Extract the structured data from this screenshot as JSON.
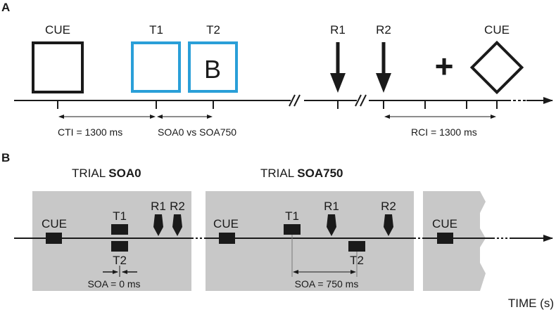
{
  "panelA": {
    "letter": "A",
    "labels": {
      "cue_start": "CUE",
      "t1": "T1",
      "t2": "T2",
      "t2_letter": "B",
      "r1": "R1",
      "r2": "R2",
      "cue_end": "CUE",
      "fixation": "+"
    },
    "intervals": {
      "cti": "CTI = 1300 ms",
      "soa": "SOA0 vs SOA750",
      "rci": "RCI = 1300 ms"
    },
    "colors": {
      "target_frame": "#2a9fd8",
      "cue_frame": "#1a1a1a"
    }
  },
  "panelB": {
    "letter": "B",
    "trial1": {
      "title_prefix": "TRIAL ",
      "title_bold": "SOA0",
      "cue": "CUE",
      "t1": "T1",
      "t2": "T2",
      "r1": "R1",
      "r2": "R2",
      "soa": "SOA = 0 ms"
    },
    "trial2": {
      "title_prefix": "TRIAL ",
      "title_bold": "SOA750",
      "cue": "CUE",
      "t1": "T1",
      "t2": "T2",
      "r1": "R1",
      "r2": "R2",
      "soa": "SOA = 750 ms"
    },
    "trial3": {
      "cue": "CUE"
    },
    "axis_label": "TIME (s)",
    "colors": {
      "panel_fill": "#c8c8c8"
    }
  }
}
